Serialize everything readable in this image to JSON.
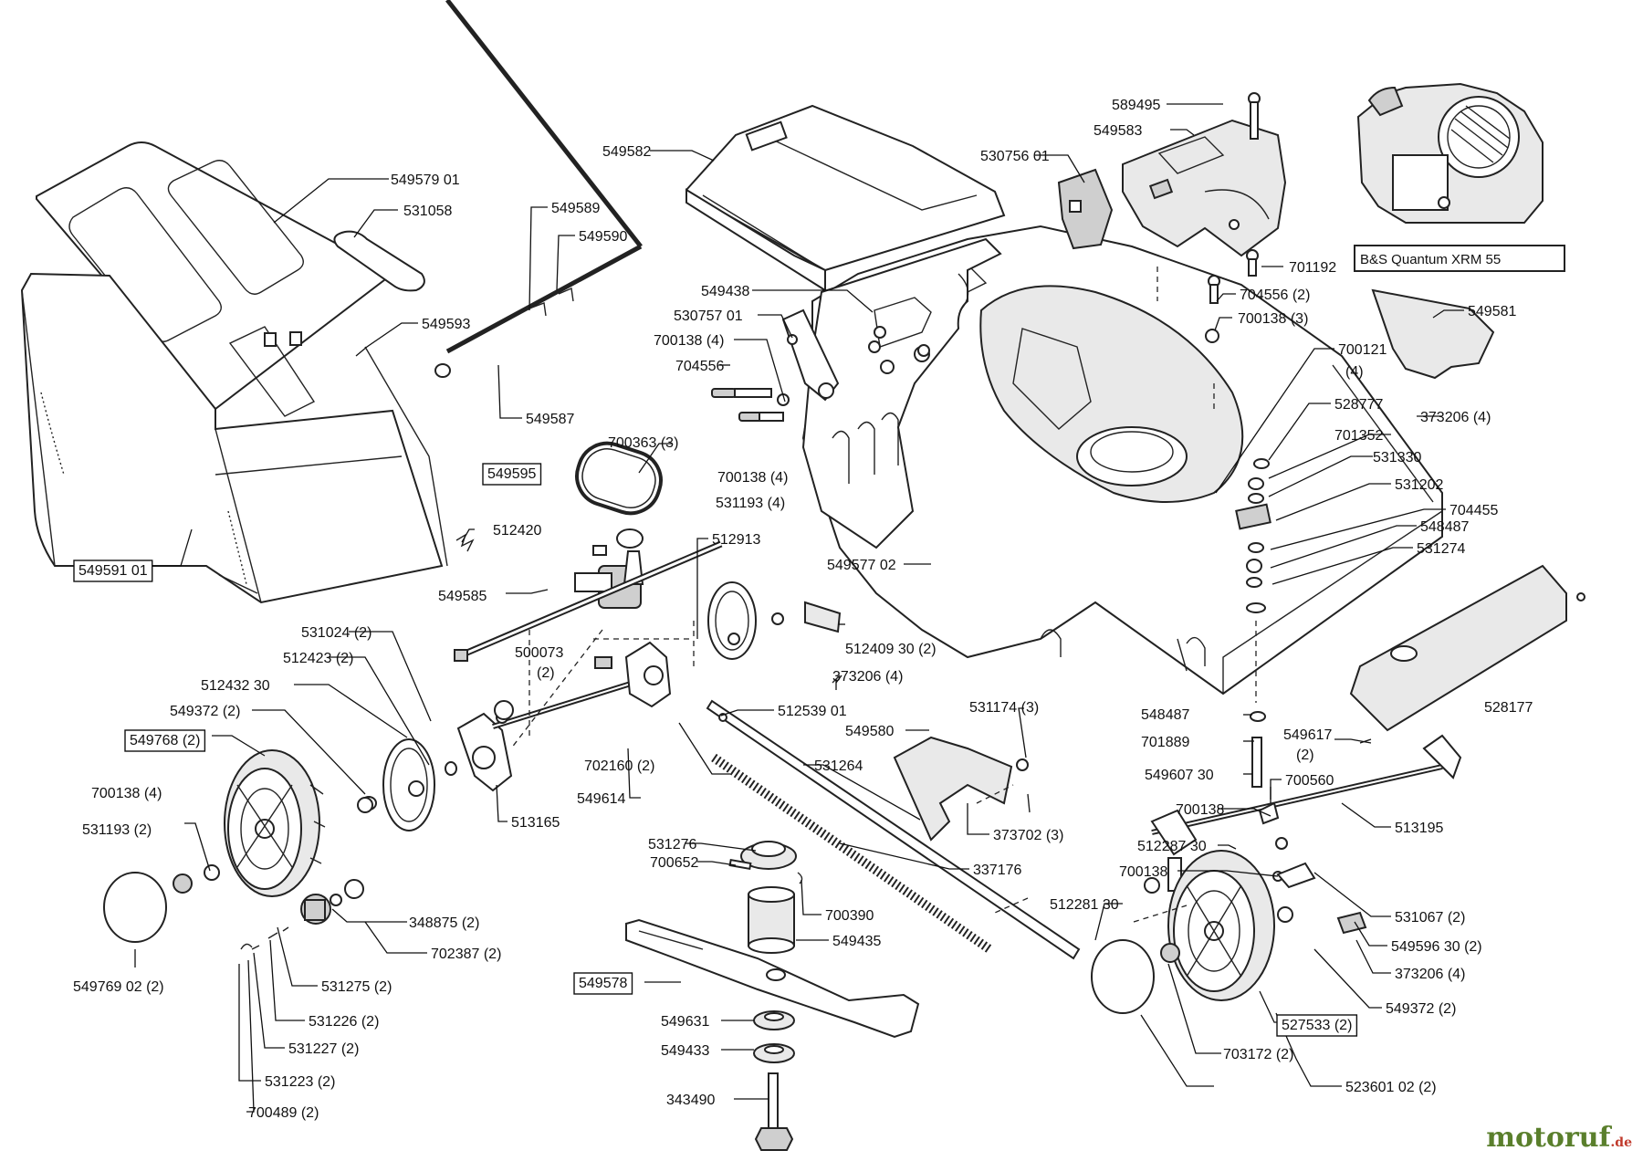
{
  "engine_label": "B&S Quantum XRM 55",
  "watermark": {
    "main": "motoruf",
    "suffix": ".de",
    "color": "#5a7f2c",
    "suffix_color": "#c0392b"
  },
  "labels": [
    {
      "id": "l1",
      "text": "549579 01",
      "boxed": false
    },
    {
      "id": "l2",
      "text": "531058",
      "boxed": false
    },
    {
      "id": "l3",
      "text": "549589",
      "boxed": false
    },
    {
      "id": "l4",
      "text": "549590",
      "boxed": false
    },
    {
      "id": "l5",
      "text": "549593",
      "boxed": false
    },
    {
      "id": "l6",
      "text": "549587",
      "boxed": false
    },
    {
      "id": "l7",
      "text": "549582",
      "boxed": false
    },
    {
      "id": "l8",
      "text": "589495",
      "boxed": false
    },
    {
      "id": "l9",
      "text": "549583",
      "boxed": false
    },
    {
      "id": "l10",
      "text": "530756 01",
      "boxed": false
    },
    {
      "id": "l11",
      "text": "701192",
      "boxed": false
    },
    {
      "id": "l12",
      "text": "704556 (2)",
      "boxed": false
    },
    {
      "id": "l13",
      "text": "700138 (3)",
      "boxed": false
    },
    {
      "id": "l14",
      "text": "549581",
      "boxed": false
    },
    {
      "id": "l15",
      "text": "549438",
      "boxed": false
    },
    {
      "id": "l16",
      "text": "530757 01",
      "boxed": false
    },
    {
      "id": "l17",
      "text": "700138 (4)",
      "boxed": false
    },
    {
      "id": "l18",
      "text": "704556",
      "boxed": false
    },
    {
      "id": "l19",
      "text": "700121",
      "boxed": false
    },
    {
      "id": "l19b",
      "text": "(4)",
      "boxed": false
    },
    {
      "id": "l20",
      "text": "528777",
      "boxed": false
    },
    {
      "id": "l21",
      "text": "373206 (4)",
      "boxed": false
    },
    {
      "id": "l22",
      "text": "701352",
      "boxed": false
    },
    {
      "id": "l23",
      "text": "700363 (3)",
      "boxed": false
    },
    {
      "id": "l24",
      "text": "549595",
      "boxed": true
    },
    {
      "id": "l25",
      "text": "700138 (4)",
      "boxed": false
    },
    {
      "id": "l26",
      "text": "531193 (4)",
      "boxed": false
    },
    {
      "id": "l27",
      "text": "531330",
      "boxed": false
    },
    {
      "id": "l28",
      "text": "531202",
      "boxed": false
    },
    {
      "id": "l29",
      "text": "704455",
      "boxed": false
    },
    {
      "id": "l30",
      "text": "548487",
      "boxed": false
    },
    {
      "id": "l31",
      "text": "531274",
      "boxed": false
    },
    {
      "id": "l32",
      "text": "512420",
      "boxed": false
    },
    {
      "id": "l33",
      "text": "549591 01",
      "boxed": true
    },
    {
      "id": "l34",
      "text": "512913",
      "boxed": false
    },
    {
      "id": "l35",
      "text": "549577 02",
      "boxed": false
    },
    {
      "id": "l36",
      "text": "549585",
      "boxed": false
    },
    {
      "id": "l37",
      "text": "531024 (2)",
      "boxed": false
    },
    {
      "id": "l38",
      "text": "512423 (2)",
      "boxed": false
    },
    {
      "id": "l39",
      "text": "500073",
      "boxed": false
    },
    {
      "id": "l39b",
      "text": "(2)",
      "boxed": false
    },
    {
      "id": "l40",
      "text": "512409 30 (2)",
      "boxed": false
    },
    {
      "id": "l41",
      "text": "373206 (4)",
      "boxed": false
    },
    {
      "id": "l42",
      "text": "512432 30",
      "boxed": false
    },
    {
      "id": "l43",
      "text": "549372 (2)",
      "boxed": false
    },
    {
      "id": "l44",
      "text": "549768 (2)",
      "boxed": true
    },
    {
      "id": "l45",
      "text": "512539 01",
      "boxed": false
    },
    {
      "id": "l46",
      "text": "531174 (3)",
      "boxed": false
    },
    {
      "id": "l47",
      "text": "549580",
      "boxed": false
    },
    {
      "id": "l48",
      "text": "548487",
      "boxed": false
    },
    {
      "id": "l49",
      "text": "549617",
      "boxed": false
    },
    {
      "id": "l49b",
      "text": "(2)",
      "boxed": false
    },
    {
      "id": "l50",
      "text": "528177",
      "boxed": false
    },
    {
      "id": "l51",
      "text": "702160 (2)",
      "boxed": false
    },
    {
      "id": "l52",
      "text": "531264",
      "boxed": false
    },
    {
      "id": "l53",
      "text": "701889",
      "boxed": false
    },
    {
      "id": "l54",
      "text": "549607 30",
      "boxed": false
    },
    {
      "id": "l55",
      "text": "700560",
      "boxed": false
    },
    {
      "id": "l56",
      "text": "700138 (4)",
      "boxed": false
    },
    {
      "id": "l57",
      "text": "513165",
      "boxed": false
    },
    {
      "id": "l58",
      "text": "549614",
      "boxed": false
    },
    {
      "id": "l59",
      "text": "373702 (3)",
      "boxed": false
    },
    {
      "id": "l60",
      "text": "700138",
      "boxed": false
    },
    {
      "id": "l61",
      "text": "513195",
      "boxed": false
    },
    {
      "id": "l62",
      "text": "531193 (2)",
      "boxed": false
    },
    {
      "id": "l63",
      "text": "531276",
      "boxed": false
    },
    {
      "id": "l64",
      "text": "512287 30",
      "boxed": false
    },
    {
      "id": "l65",
      "text": "700652",
      "boxed": false
    },
    {
      "id": "l66",
      "text": "337176",
      "boxed": false
    },
    {
      "id": "l67",
      "text": "700138",
      "boxed": false
    },
    {
      "id": "l68",
      "text": "700390",
      "boxed": false
    },
    {
      "id": "l69",
      "text": "512281 30",
      "boxed": false
    },
    {
      "id": "l70",
      "text": "348875 (2)",
      "boxed": false
    },
    {
      "id": "l71",
      "text": "531067 (2)",
      "boxed": false
    },
    {
      "id": "l72",
      "text": "549435",
      "boxed": false
    },
    {
      "id": "l73",
      "text": "702387 (2)",
      "boxed": false
    },
    {
      "id": "l74",
      "text": "549596 30 (2)",
      "boxed": false
    },
    {
      "id": "l75",
      "text": "549769 02 (2)",
      "boxed": false
    },
    {
      "id": "l76",
      "text": "549578",
      "boxed": true
    },
    {
      "id": "l77",
      "text": "531275 (2)",
      "boxed": false
    },
    {
      "id": "l78",
      "text": "373206 (4)",
      "boxed": false
    },
    {
      "id": "l79",
      "text": "531226 (2)",
      "boxed": false
    },
    {
      "id": "l80",
      "text": "549631",
      "boxed": false
    },
    {
      "id": "l81",
      "text": "549372 (2)",
      "boxed": false
    },
    {
      "id": "l82",
      "text": "527533 (2)",
      "boxed": true
    },
    {
      "id": "l83",
      "text": "531227 (2)",
      "boxed": false
    },
    {
      "id": "l84",
      "text": "549433",
      "boxed": false
    },
    {
      "id": "l85",
      "text": "703172 (2)",
      "boxed": false
    },
    {
      "id": "l86",
      "text": "531223 (2)",
      "boxed": false
    },
    {
      "id": "l87",
      "text": "523601 02 (2)",
      "boxed": false
    },
    {
      "id": "l88",
      "text": "343490",
      "boxed": false
    },
    {
      "id": "l89",
      "text": "700489 (2)",
      "boxed": false
    }
  ]
}
